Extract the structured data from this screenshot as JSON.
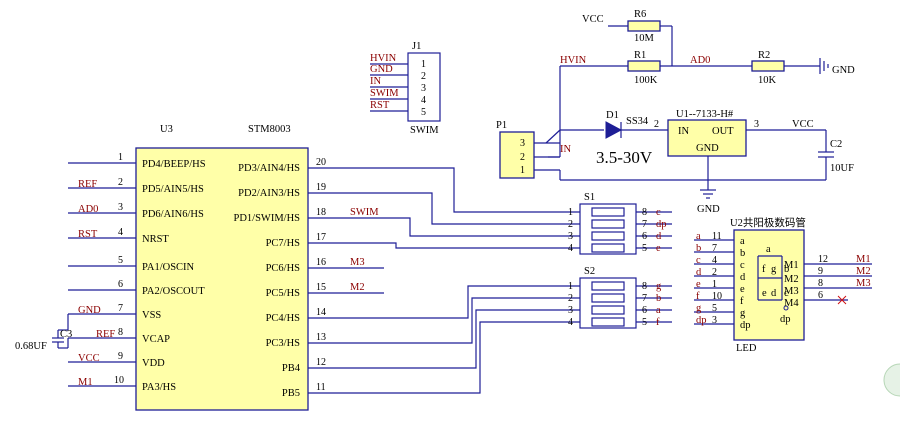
{
  "u3": {
    "designator": "U3",
    "part": "STM8003",
    "left_pins": [
      {
        "num": "1",
        "name": "PD4/BEEP/HS",
        "net": ""
      },
      {
        "num": "2",
        "name": "PD5/AIN5/HS",
        "net": "REF"
      },
      {
        "num": "3",
        "name": "PD6/AIN6/HS",
        "net": "AD0"
      },
      {
        "num": "4",
        "name": "NRST",
        "net": "RST"
      },
      {
        "num": "5",
        "name": "PA1/OSCIN",
        "net": ""
      },
      {
        "num": "6",
        "name": "PA2/OSCOUT",
        "net": ""
      },
      {
        "num": "7",
        "name": "VSS",
        "net": "GND"
      },
      {
        "num": "8",
        "name": "VCAP",
        "net": "REF"
      },
      {
        "num": "9",
        "name": "VDD",
        "net": "VCC"
      },
      {
        "num": "10",
        "name": "PA3/HS",
        "net": "M1"
      }
    ],
    "right_pins": [
      {
        "num": "20",
        "name": "PD3/AIN4/HS",
        "net": ""
      },
      {
        "num": "19",
        "name": "PD2/AIN3/HS",
        "net": ""
      },
      {
        "num": "18",
        "name": "PD1/SWIM/HS",
        "net": "SWIM"
      },
      {
        "num": "17",
        "name": "PC7/HS",
        "net": ""
      },
      {
        "num": "16",
        "name": "PC6/HS",
        "net": "M3"
      },
      {
        "num": "15",
        "name": "PC5/HS",
        "net": "M2"
      },
      {
        "num": "14",
        "name": "PC4/HS",
        "net": ""
      },
      {
        "num": "13",
        "name": "PC3/HS",
        "net": ""
      },
      {
        "num": "12",
        "name": "PB4",
        "net": ""
      },
      {
        "num": "11",
        "name": "PB5",
        "net": ""
      }
    ]
  },
  "c3": {
    "designator": "C3",
    "value": "0.68UF"
  },
  "j1": {
    "designator": "J1",
    "caption": "SWIM",
    "pins": [
      {
        "num": "1",
        "net": "HVIN"
      },
      {
        "num": "2",
        "net": "GND"
      },
      {
        "num": "3",
        "net": "IN"
      },
      {
        "num": "4",
        "net": "SWIM"
      },
      {
        "num": "5",
        "net": "RST"
      }
    ]
  },
  "p1": {
    "designator": "P1",
    "pins": [
      "3",
      "2",
      "1"
    ],
    "net_hvin": "HVIN",
    "net_in": "IN"
  },
  "r6": {
    "designator": "R6",
    "value": "10M",
    "net": "VCC"
  },
  "r1": {
    "designator": "R1",
    "value": "100K"
  },
  "r2": {
    "designator": "R2",
    "value": "10K",
    "gnd": "GND"
  },
  "ad0_net": "AD0",
  "d1": {
    "designator": "D1",
    "part": "SS34",
    "range": "3.5-30V"
  },
  "u1": {
    "designator": "U1--7133-H#",
    "pin_in": "IN",
    "pin_out": "OUT",
    "pin_gnd": "GND",
    "pin2": "2",
    "pin3": "3",
    "gnd_label": "GND",
    "vcc_label": "VCC"
  },
  "c2": {
    "designator": "C2",
    "value": "10UF"
  },
  "s1": {
    "designator": "S1",
    "left_pins": [
      "1",
      "2",
      "3",
      "4"
    ],
    "right_pins": [
      "8",
      "7",
      "6",
      "5"
    ],
    "right_nets": [
      "c",
      "dp",
      "d",
      "e"
    ]
  },
  "s2": {
    "designator": "S2",
    "left_pins": [
      "1",
      "2",
      "3",
      "4"
    ],
    "right_pins": [
      "8",
      "7",
      "6",
      "5"
    ],
    "right_nets": [
      "g",
      "b",
      "a",
      "f"
    ]
  },
  "u2": {
    "designator": "U2共阳极数码管",
    "caption": "LED",
    "left_pins": [
      {
        "net": "a",
        "num": "11",
        "seg": "a"
      },
      {
        "net": "b",
        "num": "7",
        "seg": "b"
      },
      {
        "net": "c",
        "num": "4",
        "seg": "c"
      },
      {
        "net": "d",
        "num": "2",
        "seg": "d"
      },
      {
        "net": "e",
        "num": "1",
        "seg": "e"
      },
      {
        "net": "f",
        "num": "10",
        "seg": "f"
      },
      {
        "net": "g",
        "num": "5",
        "seg": "g"
      },
      {
        "net": "dp",
        "num": "3",
        "seg": "dp"
      }
    ],
    "right_pins": [
      {
        "label": "M1",
        "num": "12",
        "net": "M1"
      },
      {
        "label": "M2",
        "num": "9",
        "net": "M2"
      },
      {
        "label": "M3",
        "num": "8",
        "net": "M3"
      },
      {
        "label": "M4",
        "num": "6",
        "net": ""
      }
    ],
    "inner": {
      "a": "a",
      "b": "b",
      "c": "c",
      "d": "d",
      "e": "e",
      "f": "f",
      "g": "g",
      "dp": "dp"
    }
  }
}
